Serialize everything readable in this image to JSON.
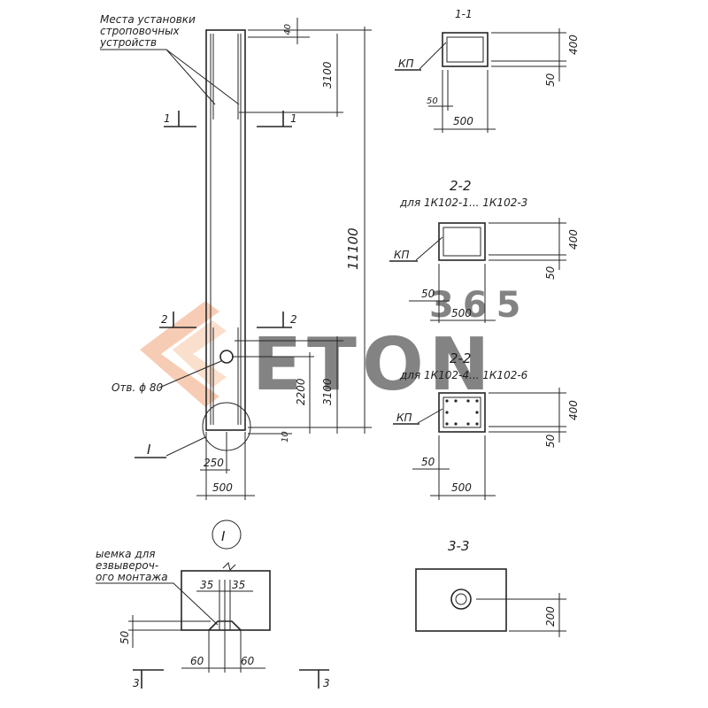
{
  "elevation": {
    "note": [
      "Места установки",
      "строповочных",
      "устройств"
    ],
    "dim_top": "40",
    "dim_upper": "3100",
    "dim_total": "11100",
    "dim_lower": "3100",
    "dim_hole_height": "2200",
    "dim_bottom": "10",
    "dim_half_width": "250",
    "dim_width": "500",
    "hole_label": "Отв. ϕ 80",
    "detail_callout": "I",
    "cut_1": "1",
    "cut_2": "2"
  },
  "section_1_1": {
    "title": "1-1",
    "kp": "КП",
    "dim_height": "400",
    "dim_cover_side": "50",
    "dim_cover_bottom": "50",
    "dim_width": "500"
  },
  "section_2_2a": {
    "title": "2-2",
    "subtitle": "для 1К102-1... 1К102-3",
    "kp": "КП",
    "dim_height": "400",
    "dim_cover_side": "50",
    "dim_cover_bottom": "50",
    "dim_width": "500"
  },
  "section_2_2b": {
    "title": "2-2",
    "subtitle": "для 1К102-4... 1К102-6",
    "kp": "КП",
    "dim_height": "400",
    "dim_cover_side": "50",
    "dim_cover_bottom": "50",
    "dim_width": "500"
  },
  "detail_I": {
    "title": "I",
    "note": [
      "ыемка для",
      "езвывероч-",
      "ого монтажа"
    ],
    "dim_35_left": "35",
    "dim_35_right": "35",
    "dim_50": "50",
    "dim_60_left": "60",
    "dim_60_right": "60",
    "cut_3_left": "3",
    "cut_3_right": "3"
  },
  "section_3_3": {
    "title": "3-3",
    "dim_200": "200"
  },
  "watermark": {
    "text": "ETON",
    "number": "365",
    "color": "#f2a477",
    "color_light": "#f6c6a6"
  }
}
